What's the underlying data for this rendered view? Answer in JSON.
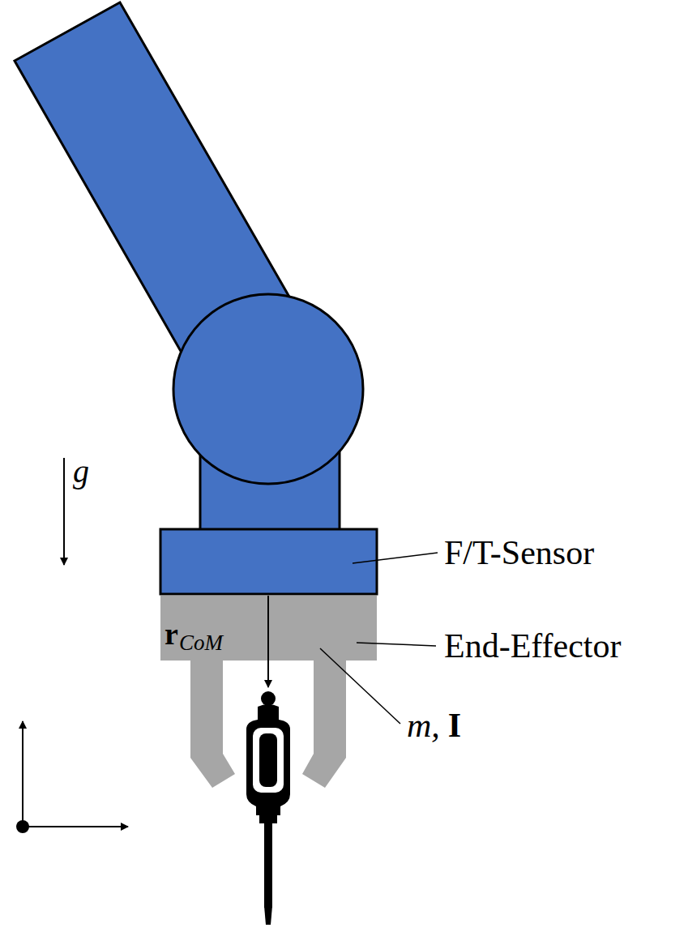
{
  "diagram": {
    "labels": [
      "g",
      "F/T-Sensor",
      "End-Effector",
      "r",
      "CoM",
      "m,",
      "I"
    ]
  }
}
